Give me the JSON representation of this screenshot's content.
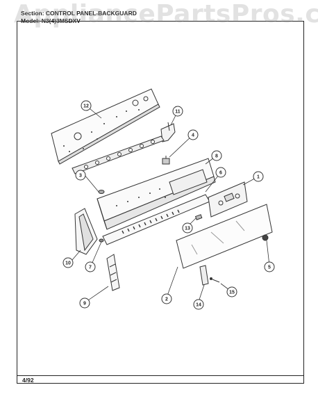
{
  "header": {
    "section_line": "Section: CONTROL PANEL-BACKGUARD",
    "model_line": "Model: N3(4)3MSDXV"
  },
  "watermark": "AppliancePartsPros.com",
  "footer": {
    "date": "4/92"
  },
  "callouts": [
    "1",
    "2",
    "3",
    "4",
    "5",
    "6",
    "7",
    "8",
    "9",
    "10",
    "11",
    "12",
    "13",
    "14",
    "15"
  ]
}
